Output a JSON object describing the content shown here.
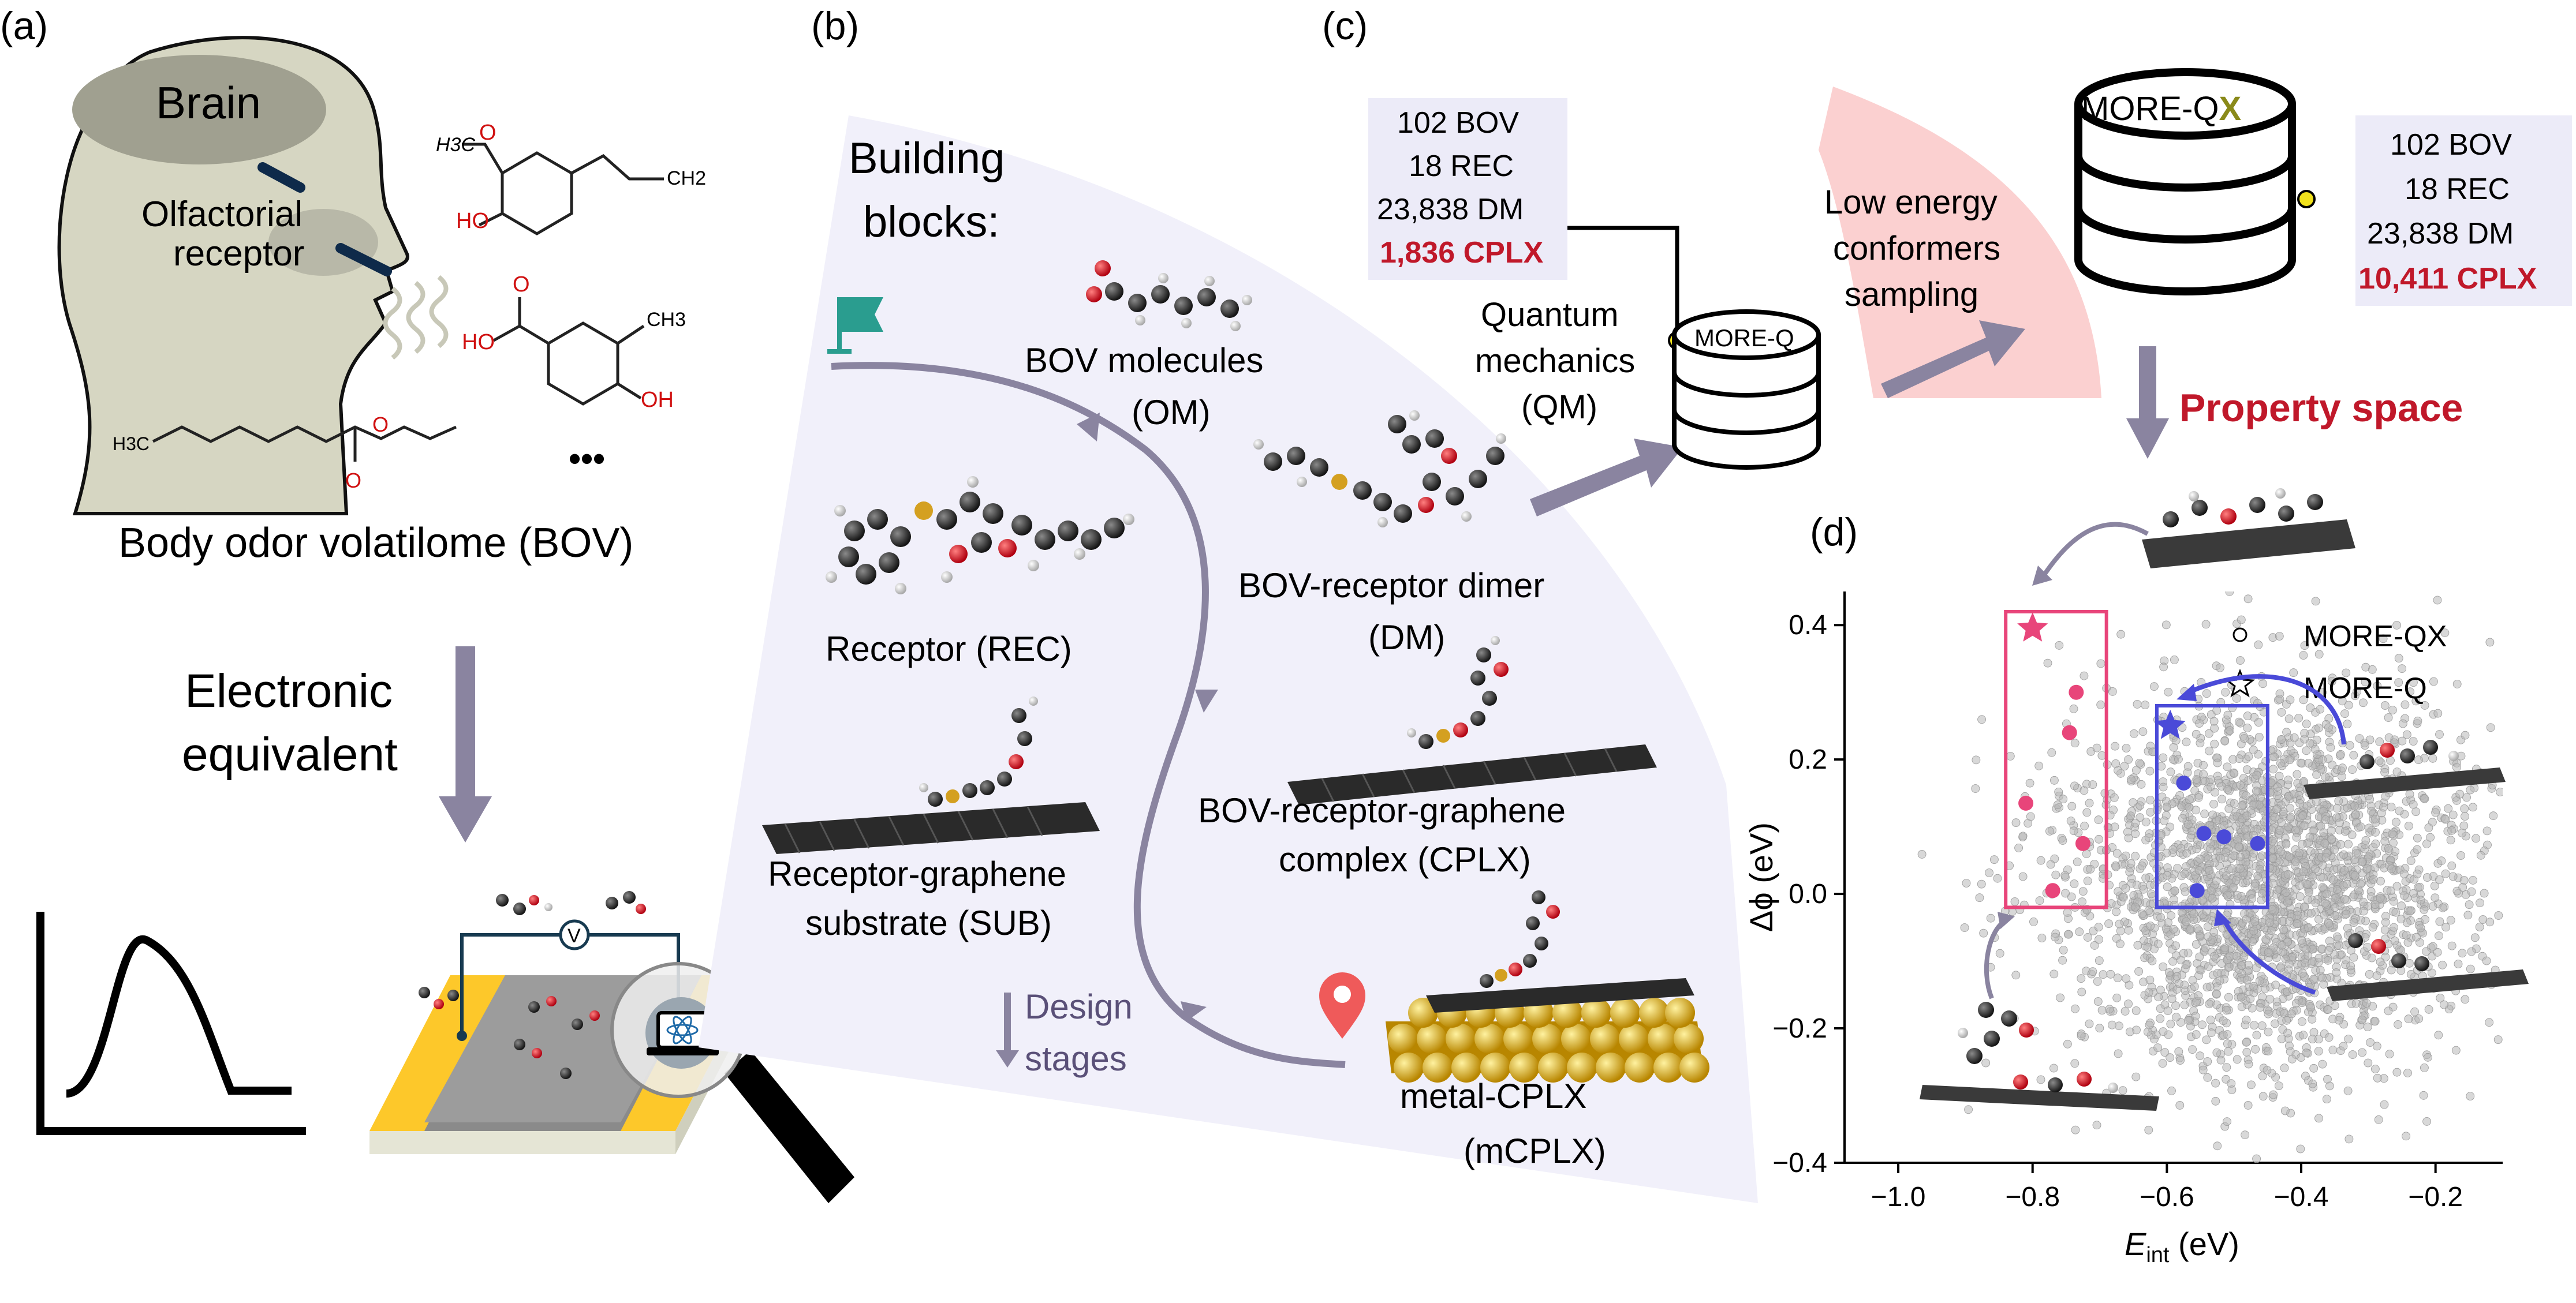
{
  "panels": {
    "a": "(a)",
    "b": "(b)",
    "c": "(c)",
    "d": "(d)"
  },
  "panel_a": {
    "brain": "Brain",
    "receptor_l1": "Olfactorial",
    "receptor_l2": "receptor",
    "ellipsis": "•••",
    "bov_caption": "Body odor volatilome (BOV)",
    "equiv_l1": "Electronic",
    "equiv_l2": "equivalent",
    "voltmeter": "V",
    "mol_labels": {
      "h3c_o": "H3C",
      "o1": "O",
      "ho1": "HO",
      "ch2": "CH2",
      "ho2": "HO",
      "o2": "O",
      "ch3": "CH3",
      "oh": "OH",
      "h3c2": "H3C",
      "o3": "O",
      "o4": "O"
    }
  },
  "panel_b": {
    "building_l1": "Building",
    "building_l2": "blocks:",
    "om_l1": "BOV molecules",
    "om_l2": "(OM)",
    "rec": "Receptor (REC)",
    "dm_l1": "BOV-receptor dimer",
    "dm_l2": "(DM)",
    "sub_l1": "Receptor-graphene",
    "sub_l2": "substrate (SUB)",
    "cplx_l1": "BOV-receptor-graphene",
    "cplx_l2": "complex (CPLX)",
    "design_l1": "Design",
    "design_l2": "stages",
    "mcplx_l1": "metal-CPLX",
    "mcplx_l2": "(mCPLX)"
  },
  "panel_c": {
    "box1": [
      "102 BOV",
      "18 REC",
      "23,838 DM"
    ],
    "box1_red": "1,836 CPLX",
    "qm_l1": "Quantum",
    "qm_l2": "mechanics",
    "qm_l3": "(QM)",
    "db1": "MORE-Q",
    "lowe_l1": "Low energy",
    "lowe_l2": "conformers",
    "lowe_l3": "sampling",
    "db2_prefix": "MORE-Q",
    "db2_x": "X",
    "box2": [
      "102 BOV",
      "18 REC",
      "23,838 DM"
    ],
    "box2_red": "10,411 CPLX",
    "property_space": "Property space"
  },
  "colors": {
    "arrow": "#8a84a0",
    "red_text": "#c0182a",
    "pink": "#e8457a",
    "blue": "#4a4ad8",
    "fan": "#f1f0fa",
    "db_box": "#ecebf8",
    "gold": "#d9a514",
    "head": "#d6d6c2"
  },
  "chart_data": {
    "type": "scatter",
    "xlabel_main": "E",
    "xlabel_sub": "int",
    "xlabel_unit": " (eV)",
    "ylabel": "Δϕ (eV)",
    "xlim": [
      -1.08,
      -0.1
    ],
    "ylim": [
      -0.4,
      0.45
    ],
    "x_ticks": [
      -1.0,
      -0.8,
      -0.6,
      -0.4,
      -0.2
    ],
    "x_tick_labels": [
      "−1.0",
      "−0.8",
      "−0.6",
      "−0.4",
      "−0.2"
    ],
    "y_ticks": [
      -0.4,
      -0.2,
      0.0,
      0.2,
      0.4
    ],
    "y_tick_labels": [
      "−0.4",
      "−0.2",
      "0.0",
      "0.2",
      "0.4"
    ],
    "legend": [
      {
        "label": "MORE-QX",
        "marker": "circle"
      },
      {
        "label": "MORE-Q",
        "marker": "star"
      }
    ],
    "background_series": {
      "name": "MORE-QX",
      "color": "#b8b8b8",
      "count": 2600,
      "center": [
        -0.45,
        0.02
      ],
      "spread": [
        0.16,
        0.14
      ]
    },
    "highlight_pink": {
      "color": "#e8457a",
      "points": [
        [
          -0.735,
          0.3
        ],
        [
          -0.745,
          0.24
        ],
        [
          -0.81,
          0.135
        ],
        [
          -0.725,
          0.075
        ],
        [
          -0.77,
          0.005
        ]
      ],
      "star": [
        -0.8,
        0.395
      ],
      "box": {
        "x": [
          -0.84,
          -0.69
        ],
        "y": [
          -0.02,
          0.42
        ]
      }
    },
    "highlight_blue": {
      "color": "#4a4ad8",
      "points": [
        [
          -0.575,
          0.165
        ],
        [
          -0.545,
          0.09
        ],
        [
          -0.515,
          0.085
        ],
        [
          -0.465,
          0.075
        ],
        [
          -0.555,
          0.005
        ]
      ],
      "star": [
        -0.595,
        0.25
      ],
      "box": {
        "x": [
          -0.615,
          -0.45
        ],
        "y": [
          -0.02,
          0.28
        ]
      }
    }
  }
}
